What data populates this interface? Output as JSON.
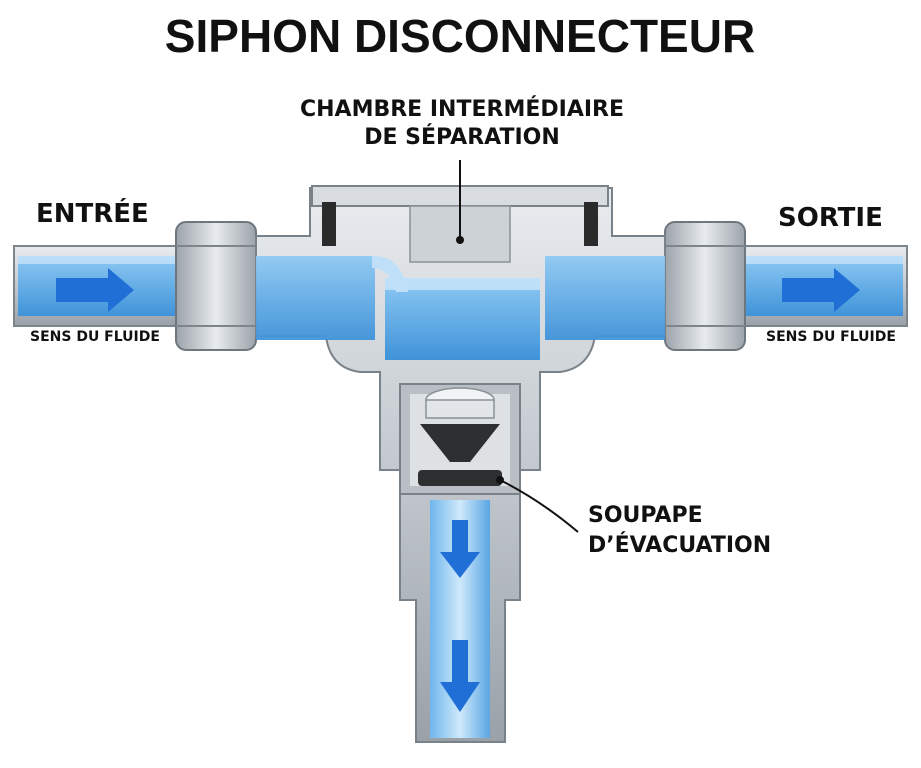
{
  "title": "SIPHON DISCONNECTEUR",
  "labels": {
    "entree": "ENTRÉE",
    "sortie": "SORTIE",
    "chambre_line1": "CHAMBRE INTERMÉDIAIRE",
    "chambre_line2": "DE SÉPARATION",
    "soupape_line1": "SOUPAPE",
    "soupape_line2": "D’ÉVACUATION",
    "sens_left": "SENS DU FLUIDE",
    "sens_right": "SENS DU FLUIDE"
  },
  "colors": {
    "water": "#5aa9e6",
    "water_light": "#a8d4f5",
    "arrow": "#1f6fd6",
    "pvc": "#cfd3d7",
    "pvc_dark": "#8e959c",
    "gasket": "#2b2b2b"
  },
  "icons": [
    "arrow-right-icon",
    "arrow-right-icon",
    "arrow-down-icon",
    "arrow-down-icon"
  ]
}
